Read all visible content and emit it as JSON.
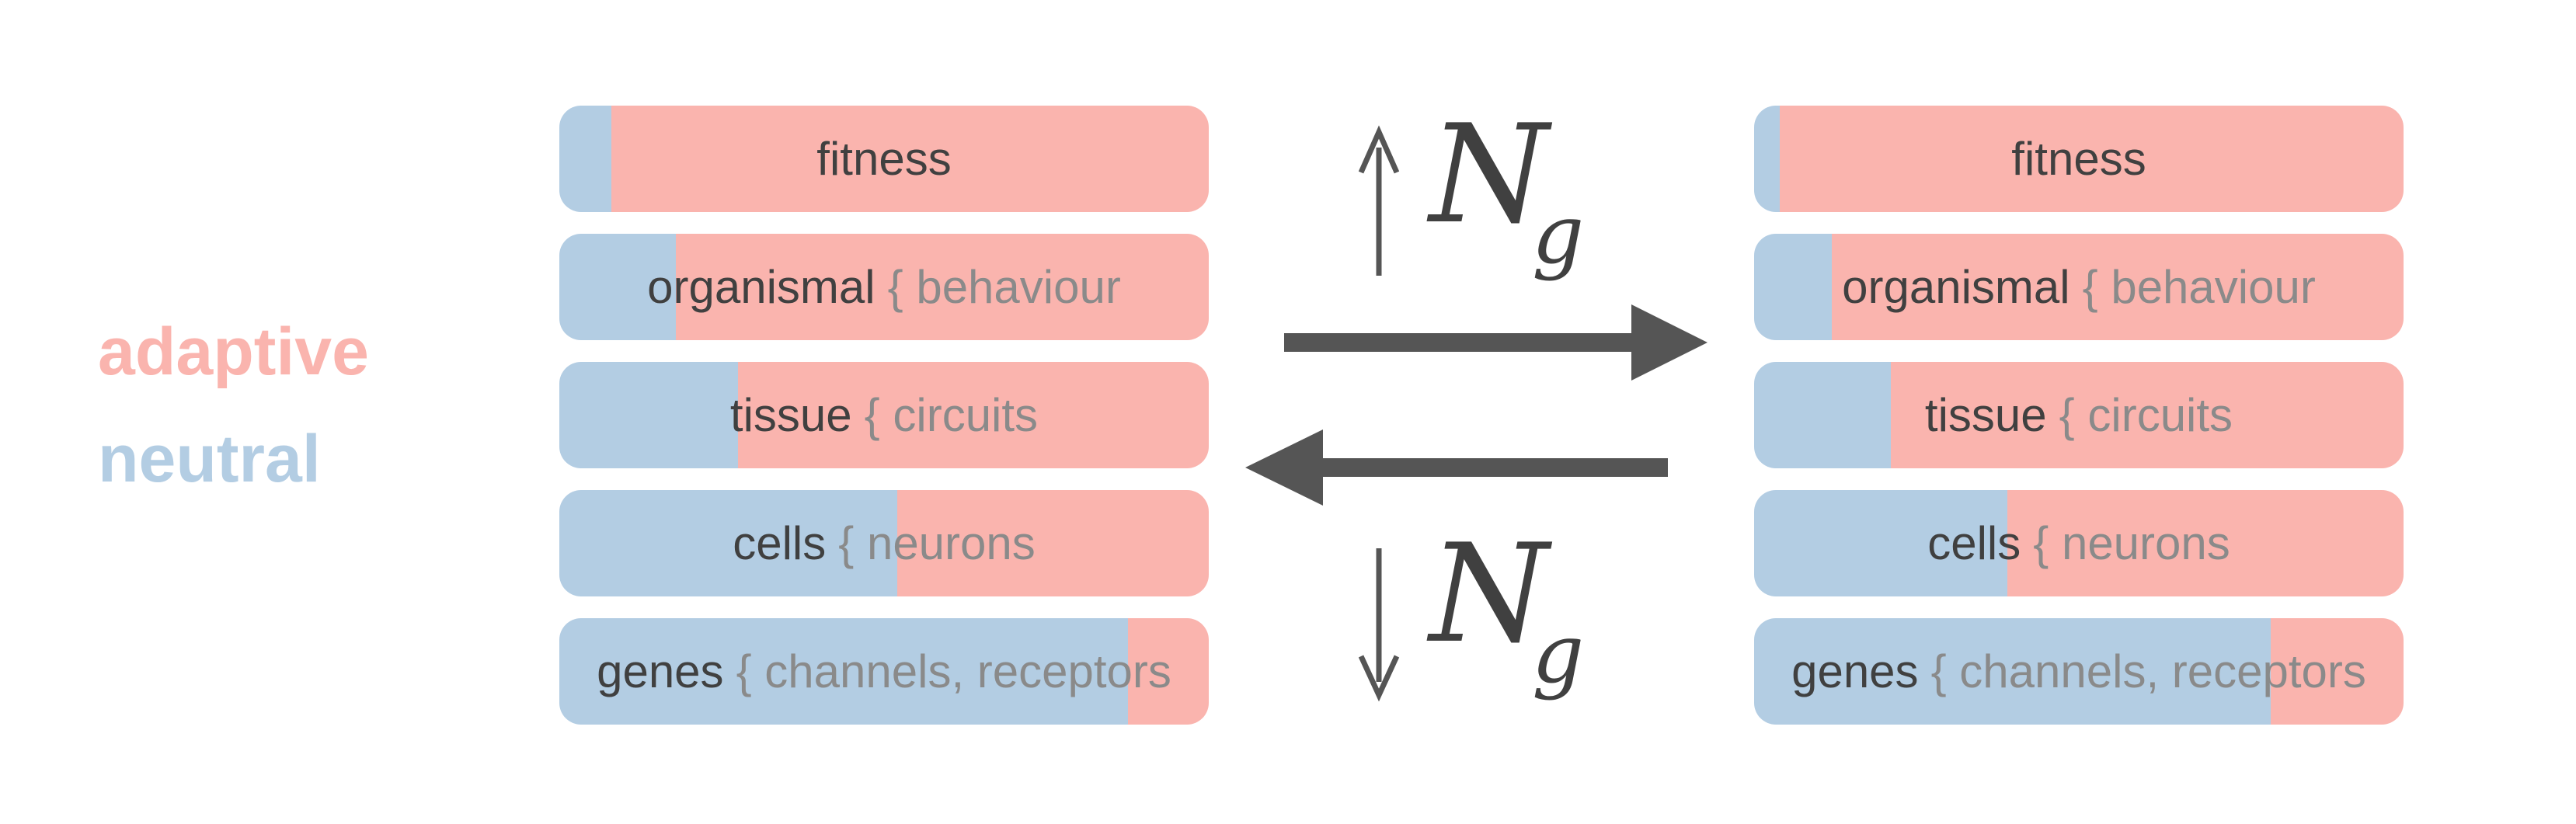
{
  "legend": {
    "adaptive": "adaptive",
    "neutral": "neutral"
  },
  "colors": {
    "adaptive": "#fab4ae",
    "neutral": "#b3cde3",
    "arrow": "#555555",
    "main_text": "#404040",
    "sub_text": "#8a8a8a"
  },
  "panels": [
    {
      "levels": [
        {
          "main": "fitness",
          "sub": "",
          "neutral_fraction": 0.08
        },
        {
          "main": "organismal",
          "sub": "{ behaviour",
          "neutral_fraction": 0.18
        },
        {
          "main": "tissue",
          "sub": "{ circuits",
          "neutral_fraction": 0.275
        },
        {
          "main": "cells",
          "sub": "{ neurons",
          "neutral_fraction": 0.52
        },
        {
          "main": "genes",
          "sub": "{ channels, receptors",
          "neutral_fraction": 0.875
        }
      ]
    },
    {
      "levels": [
        {
          "main": "fitness",
          "sub": "",
          "neutral_fraction": 0.04
        },
        {
          "main": "organismal",
          "sub": "{ behaviour",
          "neutral_fraction": 0.12
        },
        {
          "main": "tissue",
          "sub": "{ circuits",
          "neutral_fraction": 0.21
        },
        {
          "main": "cells",
          "sub": "{ neurons",
          "neutral_fraction": 0.39
        },
        {
          "main": "genes",
          "sub": "{ channels, receptors",
          "neutral_fraction": 0.795
        }
      ]
    }
  ],
  "arrows": {
    "top_label": {
      "symbol": "N",
      "subscript": "g",
      "direction": "up"
    },
    "bottom_label": {
      "symbol": "N",
      "subscript": "g",
      "direction": "down"
    }
  }
}
